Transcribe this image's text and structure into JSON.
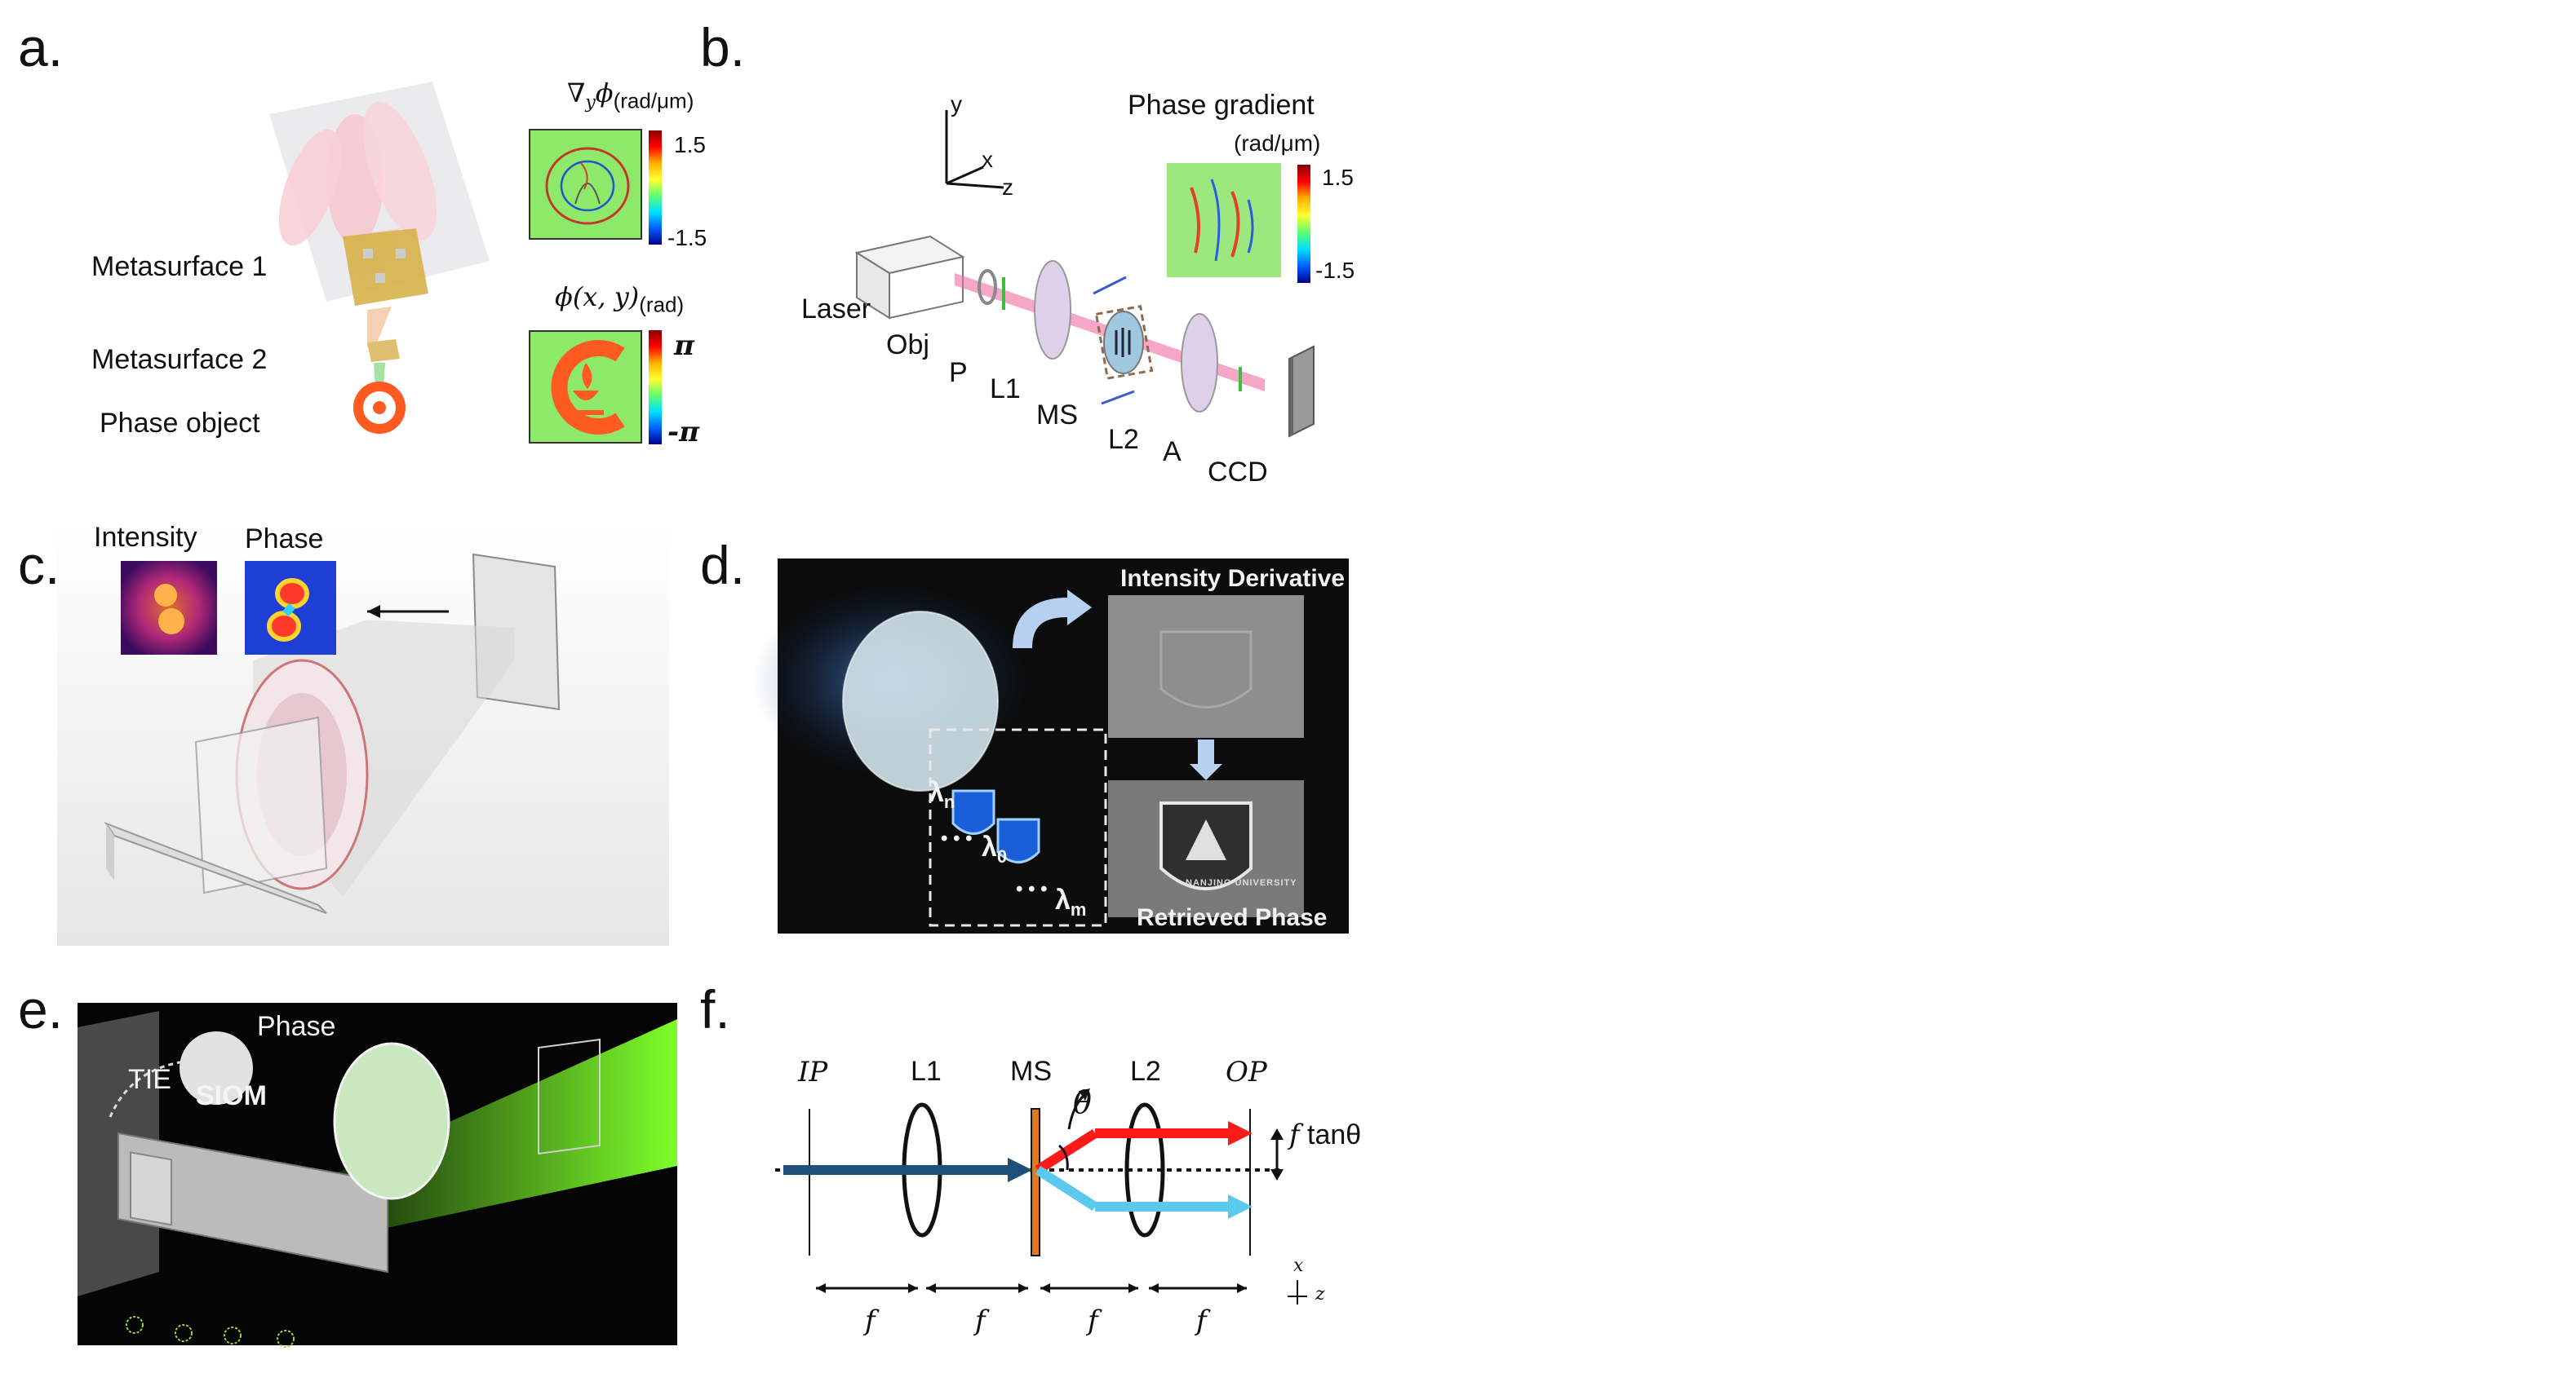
{
  "panel_labels": [
    "a.",
    "b.",
    "c.",
    "d.",
    "e.",
    "f."
  ],
  "panel_a": {
    "labels": [
      "Metasurface 1",
      "Metasurface 2",
      "Phase object"
    ],
    "gradient_title": "∇",
    "gradient_title_sub": "y",
    "gradient_title_phi": "ϕ",
    "gradient_unit": "(rad/μm)",
    "gradient_ticks": [
      "1.5",
      "-1.5"
    ],
    "phase_title": "ϕ(x, y)",
    "phase_unit": "(rad)",
    "phase_ticks": [
      "π",
      "-π"
    ]
  },
  "panel_b": {
    "axes": [
      "y",
      "x",
      "z"
    ],
    "inset_title": "Phase gradient",
    "inset_unit": "(rad/μm)",
    "inset_ticks": [
      "1.5",
      "-1.5"
    ],
    "labels": [
      "Laser",
      "Obj",
      "P",
      "L1",
      "MS",
      "L2",
      "A",
      "CCD"
    ]
  },
  "panel_c": {
    "labels": [
      "Intensity",
      "Phase"
    ]
  },
  "panel_d": {
    "top_label": "Intensity Derivative",
    "bottom_label": "Retrieved Phase",
    "lambda_n": "λ",
    "lambda_n_sub": "n",
    "lambda_0": "λ",
    "lambda_0_sub": "0",
    "lambda_m": "λ",
    "lambda_m_sub": "m",
    "dots": "• • •",
    "logo_text": "NANJING UNIVERSITY"
  },
  "panel_e": {
    "phase_label": "Phase",
    "tie_label": "TIE",
    "logo_text": "SIOM"
  },
  "panel_f": {
    "top_labels": [
      "IP",
      "L1",
      "MS",
      "L2",
      "OP"
    ],
    "theta": "θ",
    "offset_f": "f",
    "offset_tan": " tanθ",
    "f_labels": [
      "f",
      "f",
      "f",
      "f"
    ],
    "axes": [
      "x",
      "z"
    ]
  },
  "colors": {
    "colormap_top": "#8b0000",
    "colormap_bottom": "#00008b",
    "phase_bg": "#8ee86a",
    "phase_object": "#ff5a1f",
    "beam_pink": "#f06aa0",
    "beam_green": "#7dff2a",
    "ray_blue": "#1f4e79",
    "ray_red": "#ff1a1a",
    "ray_cyan": "#5bc8ee"
  }
}
